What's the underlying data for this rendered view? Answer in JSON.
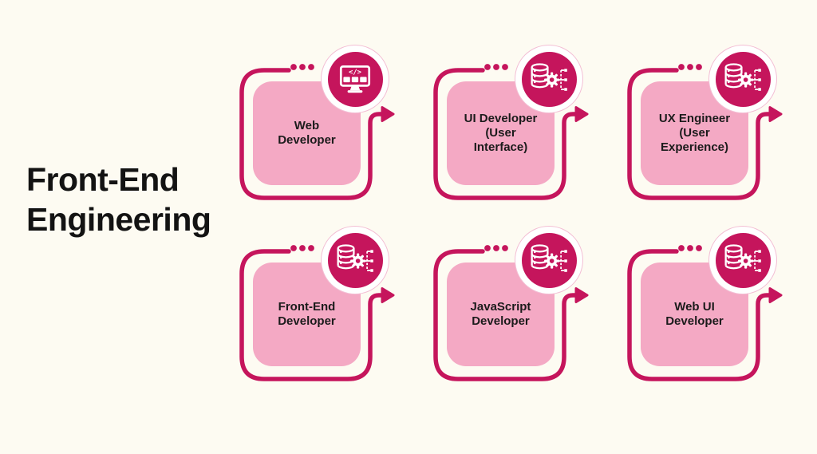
{
  "title": "Front-End Engineering",
  "title_display": "Front-End\nEngineering",
  "colors": {
    "background": "#FDFBF2",
    "accent_crimson": "#C5155C",
    "card_fill_pink": "#F4A9C4",
    "icon_ring": "#FFFFFF",
    "text_dark": "#1B1B1B"
  },
  "cards": [
    {
      "label": "Web\nDeveloper",
      "icon": "monitor-code-icon"
    },
    {
      "label": "UI Developer\n(User\nInterface)",
      "icon": "database-network-icon"
    },
    {
      "label": "UX Engineer\n(User\nExperience)",
      "icon": "database-network-icon"
    },
    {
      "label": "Front-End\nDeveloper",
      "icon": "database-network-icon"
    },
    {
      "label": "JavaScript\nDeveloper",
      "icon": "database-network-icon"
    },
    {
      "label": "Web UI\nDeveloper",
      "icon": "database-network-icon"
    }
  ]
}
